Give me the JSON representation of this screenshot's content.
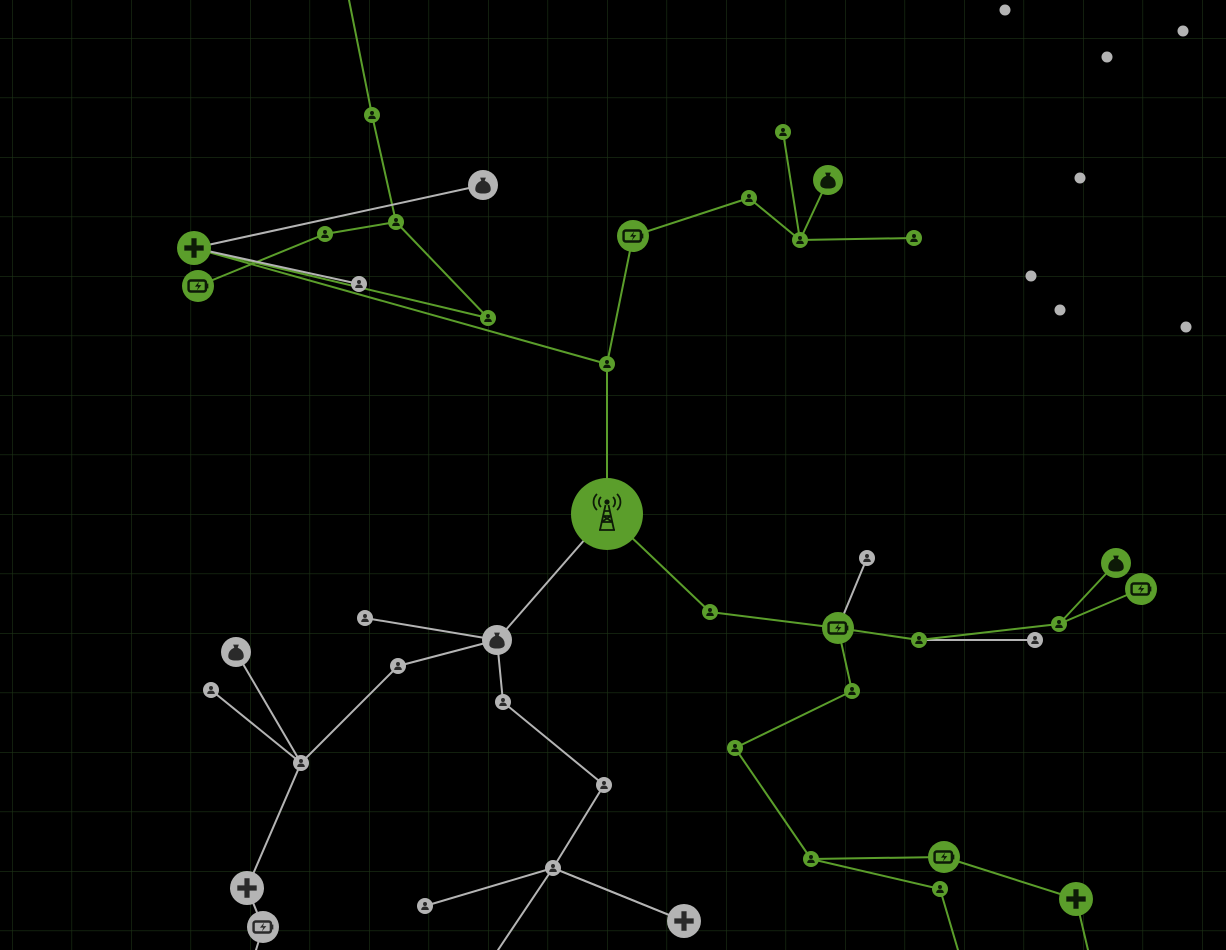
{
  "colors": {
    "background": "#000000",
    "grid": "#1d3316",
    "active": "#5b9e2b",
    "inactive": "#b4b4b4",
    "glyph_active": "#0d1a07",
    "glyph_inactive": "#2a2a2a"
  },
  "network": {
    "hub": {
      "id": "hub",
      "type": "tower-icon",
      "state": "active"
    },
    "nodes": [
      {
        "id": "n1",
        "type": "user-icon",
        "state": "active"
      },
      {
        "id": "n2",
        "type": "user-icon",
        "state": "active"
      },
      {
        "id": "n3",
        "type": "user-icon",
        "state": "active"
      },
      {
        "id": "n4",
        "type": "user-icon",
        "state": "active"
      },
      {
        "id": "n5",
        "type": "battery-icon",
        "state": "active"
      },
      {
        "id": "n6",
        "type": "medic-icon",
        "state": "active"
      },
      {
        "id": "n7",
        "type": "user-icon",
        "state": "active"
      },
      {
        "id": "n8",
        "type": "user-icon",
        "state": "inactive"
      },
      {
        "id": "n9",
        "type": "bag-icon",
        "state": "inactive"
      },
      {
        "id": "n10",
        "type": "battery-icon",
        "state": "active"
      },
      {
        "id": "n11",
        "type": "user-icon",
        "state": "active"
      },
      {
        "id": "n12",
        "type": "user-icon",
        "state": "active"
      },
      {
        "id": "n13",
        "type": "user-icon",
        "state": "active"
      },
      {
        "id": "n14",
        "type": "bag-icon",
        "state": "active"
      },
      {
        "id": "n15",
        "type": "user-icon",
        "state": "active"
      },
      {
        "id": "n16",
        "type": "user-icon",
        "state": "active"
      },
      {
        "id": "n17",
        "type": "battery-icon",
        "state": "active"
      },
      {
        "id": "n18",
        "type": "user-icon",
        "state": "inactive"
      },
      {
        "id": "n19",
        "type": "user-icon",
        "state": "active"
      },
      {
        "id": "n20",
        "type": "user-icon",
        "state": "inactive"
      },
      {
        "id": "n21",
        "type": "user-icon",
        "state": "active"
      },
      {
        "id": "n22",
        "type": "bag-icon",
        "state": "active"
      },
      {
        "id": "n23",
        "type": "battery-icon",
        "state": "active"
      },
      {
        "id": "n24",
        "type": "user-icon",
        "state": "active"
      },
      {
        "id": "n25",
        "type": "user-icon",
        "state": "active"
      },
      {
        "id": "n26",
        "type": "user-icon",
        "state": "active"
      },
      {
        "id": "n27",
        "type": "battery-icon",
        "state": "active"
      },
      {
        "id": "n28",
        "type": "user-icon",
        "state": "active"
      },
      {
        "id": "n29",
        "type": "medic-icon",
        "state": "active"
      },
      {
        "id": "n30",
        "type": "bag-icon",
        "state": "inactive"
      },
      {
        "id": "n31",
        "type": "user-icon",
        "state": "inactive"
      },
      {
        "id": "n32",
        "type": "user-icon",
        "state": "inactive"
      },
      {
        "id": "n33",
        "type": "bag-icon",
        "state": "inactive"
      },
      {
        "id": "n34",
        "type": "user-icon",
        "state": "inactive"
      },
      {
        "id": "n35",
        "type": "user-icon",
        "state": "inactive"
      },
      {
        "id": "n36",
        "type": "user-icon",
        "state": "inactive"
      },
      {
        "id": "n37",
        "type": "user-icon",
        "state": "inactive"
      },
      {
        "id": "n38",
        "type": "medic-icon",
        "state": "inactive"
      },
      {
        "id": "n39",
        "type": "battery-icon",
        "state": "inactive"
      },
      {
        "id": "n40",
        "type": "user-icon",
        "state": "inactive"
      },
      {
        "id": "n41",
        "type": "user-icon",
        "state": "inactive"
      },
      {
        "id": "n42",
        "type": "user-icon",
        "state": "inactive"
      },
      {
        "id": "n43",
        "type": "medic-icon",
        "state": "inactive"
      }
    ],
    "links": [
      [
        "hub",
        "n7",
        "active"
      ],
      [
        "n7",
        "n6",
        "active"
      ],
      [
        "n6",
        "n4",
        "active"
      ],
      [
        "n4",
        "n3",
        "active"
      ],
      [
        "n3",
        "n2",
        "active"
      ],
      [
        "n3",
        "n1",
        "active"
      ],
      [
        "n2",
        "n5",
        "active"
      ],
      [
        "n6",
        "n9",
        "inactive"
      ],
      [
        "n6",
        "n8",
        "inactive"
      ],
      [
        "n7",
        "n10",
        "active"
      ],
      [
        "n10",
        "n11",
        "active"
      ],
      [
        "n11",
        "n13",
        "active"
      ],
      [
        "n13",
        "n12",
        "active"
      ],
      [
        "n13",
        "n14",
        "active"
      ],
      [
        "n13",
        "n15",
        "active"
      ],
      [
        "hub",
        "n16",
        "active"
      ],
      [
        "n16",
        "n17",
        "active"
      ],
      [
        "n17",
        "n18",
        "inactive"
      ],
      [
        "n17",
        "n19",
        "active"
      ],
      [
        "n19",
        "n20",
        "inactive"
      ],
      [
        "n19",
        "n21",
        "active"
      ],
      [
        "n21",
        "n22",
        "active"
      ],
      [
        "n21",
        "n23",
        "active"
      ],
      [
        "n17",
        "n24",
        "active"
      ],
      [
        "n24",
        "n25",
        "active"
      ],
      [
        "n25",
        "n26",
        "active"
      ],
      [
        "n26",
        "n27",
        "active"
      ],
      [
        "n26",
        "n28",
        "active"
      ],
      [
        "n27",
        "n29",
        "active"
      ],
      [
        "n28",
        "n28b",
        "active"
      ],
      [
        "n29",
        "n29b",
        "active"
      ],
      [
        "hub",
        "n30",
        "inactive"
      ],
      [
        "n30",
        "n31",
        "inactive"
      ],
      [
        "n30",
        "n35",
        "inactive"
      ],
      [
        "n30",
        "n36",
        "inactive"
      ],
      [
        "n35",
        "n34",
        "inactive"
      ],
      [
        "n34",
        "n33",
        "inactive"
      ],
      [
        "n34",
        "n32",
        "inactive"
      ],
      [
        "n34",
        "n38",
        "inactive"
      ],
      [
        "n38",
        "n39",
        "inactive"
      ],
      [
        "n39",
        "n39b",
        "inactive"
      ],
      [
        "n36",
        "n37",
        "inactive"
      ],
      [
        "n37",
        "n40",
        "inactive"
      ],
      [
        "n40",
        "n41",
        "inactive"
      ],
      [
        "n40",
        "n43",
        "inactive"
      ],
      [
        "n40",
        "n42",
        "inactive"
      ],
      [
        "n40",
        "n40b",
        "inactive"
      ],
      [
        "top",
        "n1",
        "active"
      ]
    ],
    "strays": [
      "s1",
      "s2",
      "s3",
      "s4",
      "s5",
      "s6",
      "s7"
    ]
  }
}
